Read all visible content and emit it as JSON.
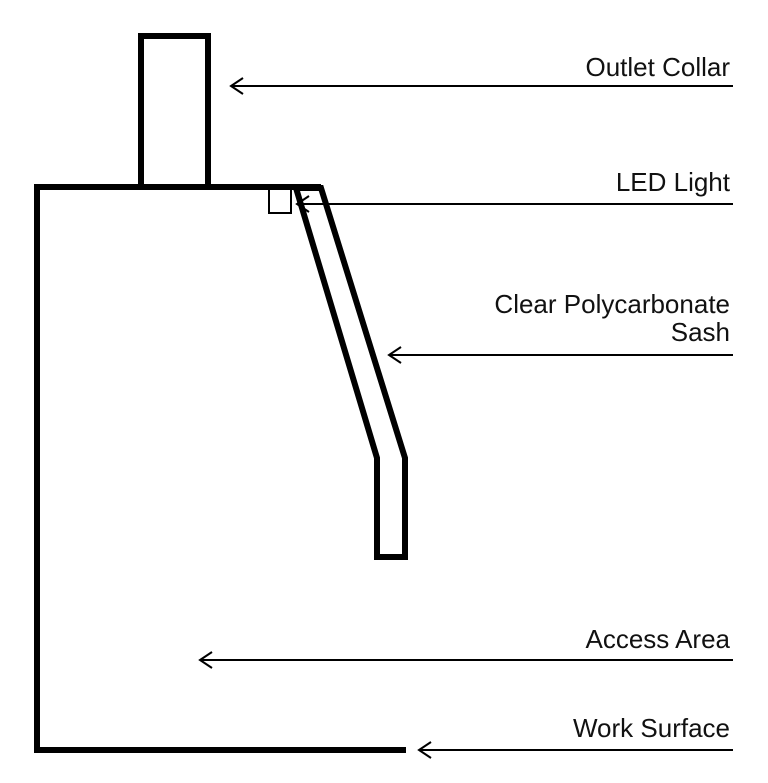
{
  "labels": {
    "outlet_collar": "Outlet Collar",
    "led_light": "LED Light",
    "sash_line1": "Clear Polycarbonate",
    "sash_line2": "Sash",
    "access_area": "Access Area",
    "work_surface": "Work Surface"
  },
  "colors": {
    "line": "#000000",
    "background": "#ffffff"
  }
}
